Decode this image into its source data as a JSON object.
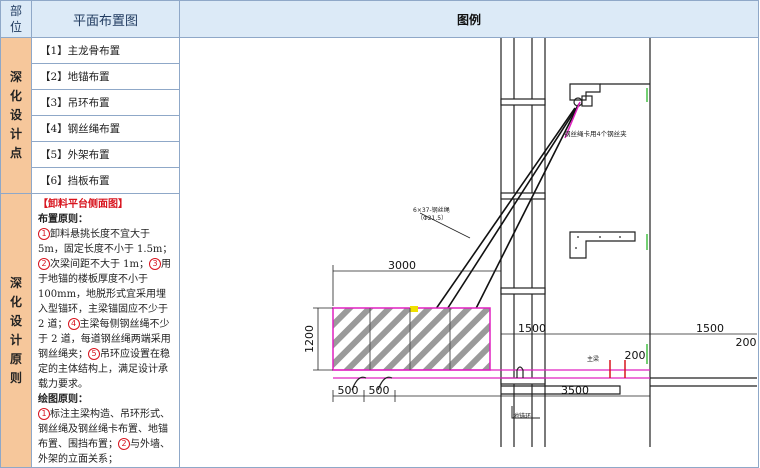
{
  "header": {
    "col_part": "部位",
    "col_plan": "平面布置图",
    "col_legend": "图例"
  },
  "section1": {
    "side_label": "深化设计点",
    "items": [
      "【1】主龙骨布置",
      "【2】地锚布置",
      "【3】吊环布置",
      "【4】钢丝绳布置",
      "【5】外架布置",
      "【6】挡板布置"
    ]
  },
  "section2": {
    "side_label": "深化设计原则",
    "title": "【卸料平台侧面图】",
    "layout_heading": "布置原则：",
    "layout_rules": [
      {
        "n": "①",
        "t": "卸料悬挑长度不宜大于 5m，固定长度不小于 1.5m；"
      },
      {
        "n": "②",
        "t": "次梁间距不大于 1m；"
      },
      {
        "n": "③",
        "t": "用于地锚的楼板厚度不小于 100mm，地脱形式宜采用埋入型锚环，主梁锚固应不少于 2 道；"
      },
      {
        "n": "④",
        "t": "主梁每侧钢丝绳不少于 2 道，每道钢丝绳两端采用钢丝绳夹；"
      },
      {
        "n": "⑤",
        "t": "吊环应设置在稳定的主体结构上，满足设计承载力要求。"
      }
    ],
    "drawing_heading": "绘图原则：",
    "drawing_rules": [
      {
        "n": "①",
        "t": "标注主梁构造、吊环形式、钢丝绳及钢丝绳卡布置、地锚布置、围挡布置；"
      },
      {
        "n": "②",
        "t": "与外墙、外架的立面关系；"
      }
    ]
  },
  "drawing": {
    "dim_3000": "3000",
    "dim_1500_left": "1500",
    "dim_1500_right": "1500",
    "dim_1200": "1200",
    "dim_200_a": "200",
    "dim_200_b": "200",
    "dim_500_a": "500",
    "dim_500_b": "500",
    "dim_3500": "3500",
    "note_rope": "6×37-钢丝绳",
    "note_rope_sub": "（Φ21.5）",
    "note_clamp": "钢丝绳卡用4个钢丝夹",
    "note_anchor": "地锚环",
    "note_beam": "主梁",
    "colors": {
      "accent_red": "#d8141e",
      "magenta": "#e020c0",
      "green": "#18b018",
      "yellow": "#f0e000"
    }
  }
}
